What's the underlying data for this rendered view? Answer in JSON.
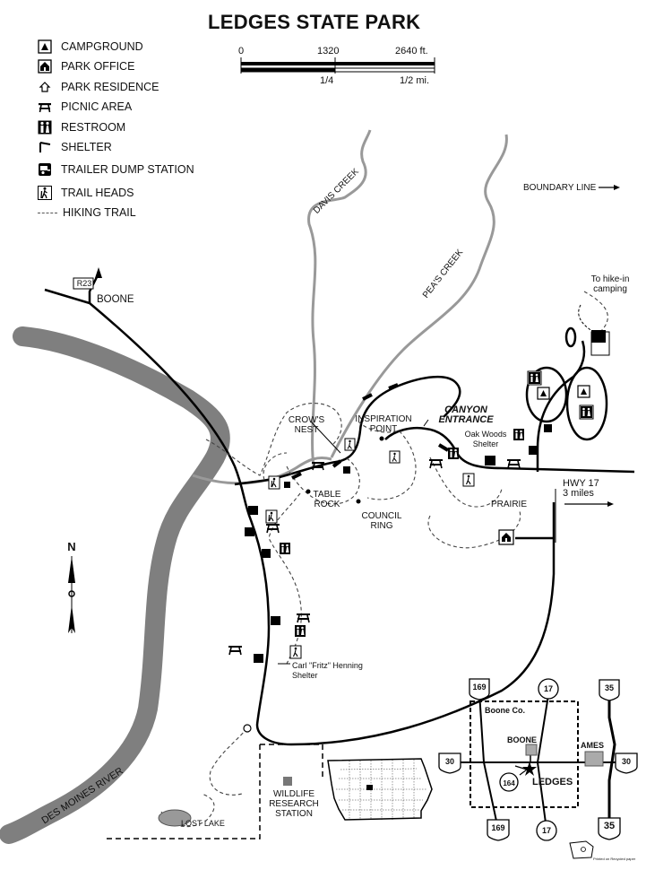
{
  "map_title": "LEDGES STATE PARK",
  "legend": {
    "campground": "CAMPGROUND",
    "park_office": "PARK OFFICE",
    "park_residence": "PARK RESIDENCE",
    "picnic_area": "PICNIC AREA",
    "restroom": "RESTROOM",
    "shelter": "SHELTER",
    "trailer_dump": "TRAILER DUMP STATION",
    "trail_heads": "TRAIL HEADS",
    "hiking_trail": "HIKING TRAIL"
  },
  "scale": {
    "ft_0": "0",
    "ft_1320": "1320",
    "ft_2640": "2640 ft.",
    "mi_quarter": "1/4",
    "mi_half": "1/2 mi."
  },
  "labels": {
    "davis_creek": "DAVIS CREEK",
    "peas_creek": "PEA'S CREEK",
    "boundary_line": "BOUNDARY LINE",
    "r23": "R23",
    "boone": "BOONE",
    "to_hike_in_l1": "To hike-in",
    "to_hike_in_l2": "camping",
    "crows_nest_l1": "CROW'S",
    "crows_nest_l2": "NEST",
    "inspiration_l1": "INSPIRATION",
    "inspiration_l2": "POINT",
    "canyon_l1": "CANYON",
    "canyon_l2": "ENTRANCE",
    "oak_woods_l1": "Oak Woods",
    "oak_woods_l2": "Shelter",
    "table_rock_l1": "TABLE",
    "table_rock_l2": "ROCK",
    "council_l1": "COUNCIL",
    "council_l2": "RING",
    "hwy17_l1": "HWY 17",
    "hwy17_l2": "3 miles",
    "prairie": "PRAIRIE",
    "north": "N",
    "henning_l1": "Carl \"Fritz\" Henning",
    "henning_l2": "Shelter",
    "des_moines_river": "DES MOINES RIVER",
    "lost_lake": "LOST LAKE",
    "wildlife_l1": "WILDLIFE",
    "wildlife_l2": "RESEARCH",
    "wildlife_l3": "STATION",
    "boone_co": "Boone Co.",
    "inset_boone": "BOONE",
    "inset_ledges": "LEDGES",
    "inset_ames": "AMES",
    "rt_169_top": "169",
    "rt_17_top": "17",
    "rt_35_top": "35",
    "rt_30_left": "30",
    "rt_30_right": "30",
    "rt_164": "164",
    "rt_169_bottom": "169",
    "rt_17_bottom": "17",
    "rt_35_bottom": "35",
    "printed": "Printed on Recycled paper"
  }
}
